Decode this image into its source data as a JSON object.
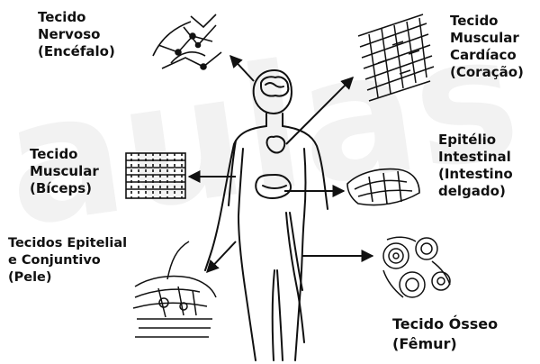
{
  "colors": {
    "ink": "#111111",
    "watermark": "#f2f2f2",
    "background": "#ffffff"
  },
  "watermark_text": "aulas",
  "labels": {
    "nervoso": {
      "line1": "Tecido",
      "line2": "Nervoso",
      "line3": "(Encéfalo)"
    },
    "cardiaco": {
      "line1": "Tecido",
      "line2": "Muscular",
      "line3": "Cardíaco",
      "line4": "(Coração)"
    },
    "biceps": {
      "line1": "Tecido",
      "line2": "Muscular",
      "line3": "(Bíceps)"
    },
    "intestinal": {
      "line1": "Epitélio",
      "line2": "Intestinal",
      "line3": "(Intestino",
      "line4": "delgado)"
    },
    "pele": {
      "line1": "Tecidos Epitelial",
      "line2": "e Conjuntivo",
      "line3": "(Pele)"
    },
    "osseo": {
      "line1": "Tecido Ósseo",
      "line2": "(Fêmur)"
    }
  }
}
